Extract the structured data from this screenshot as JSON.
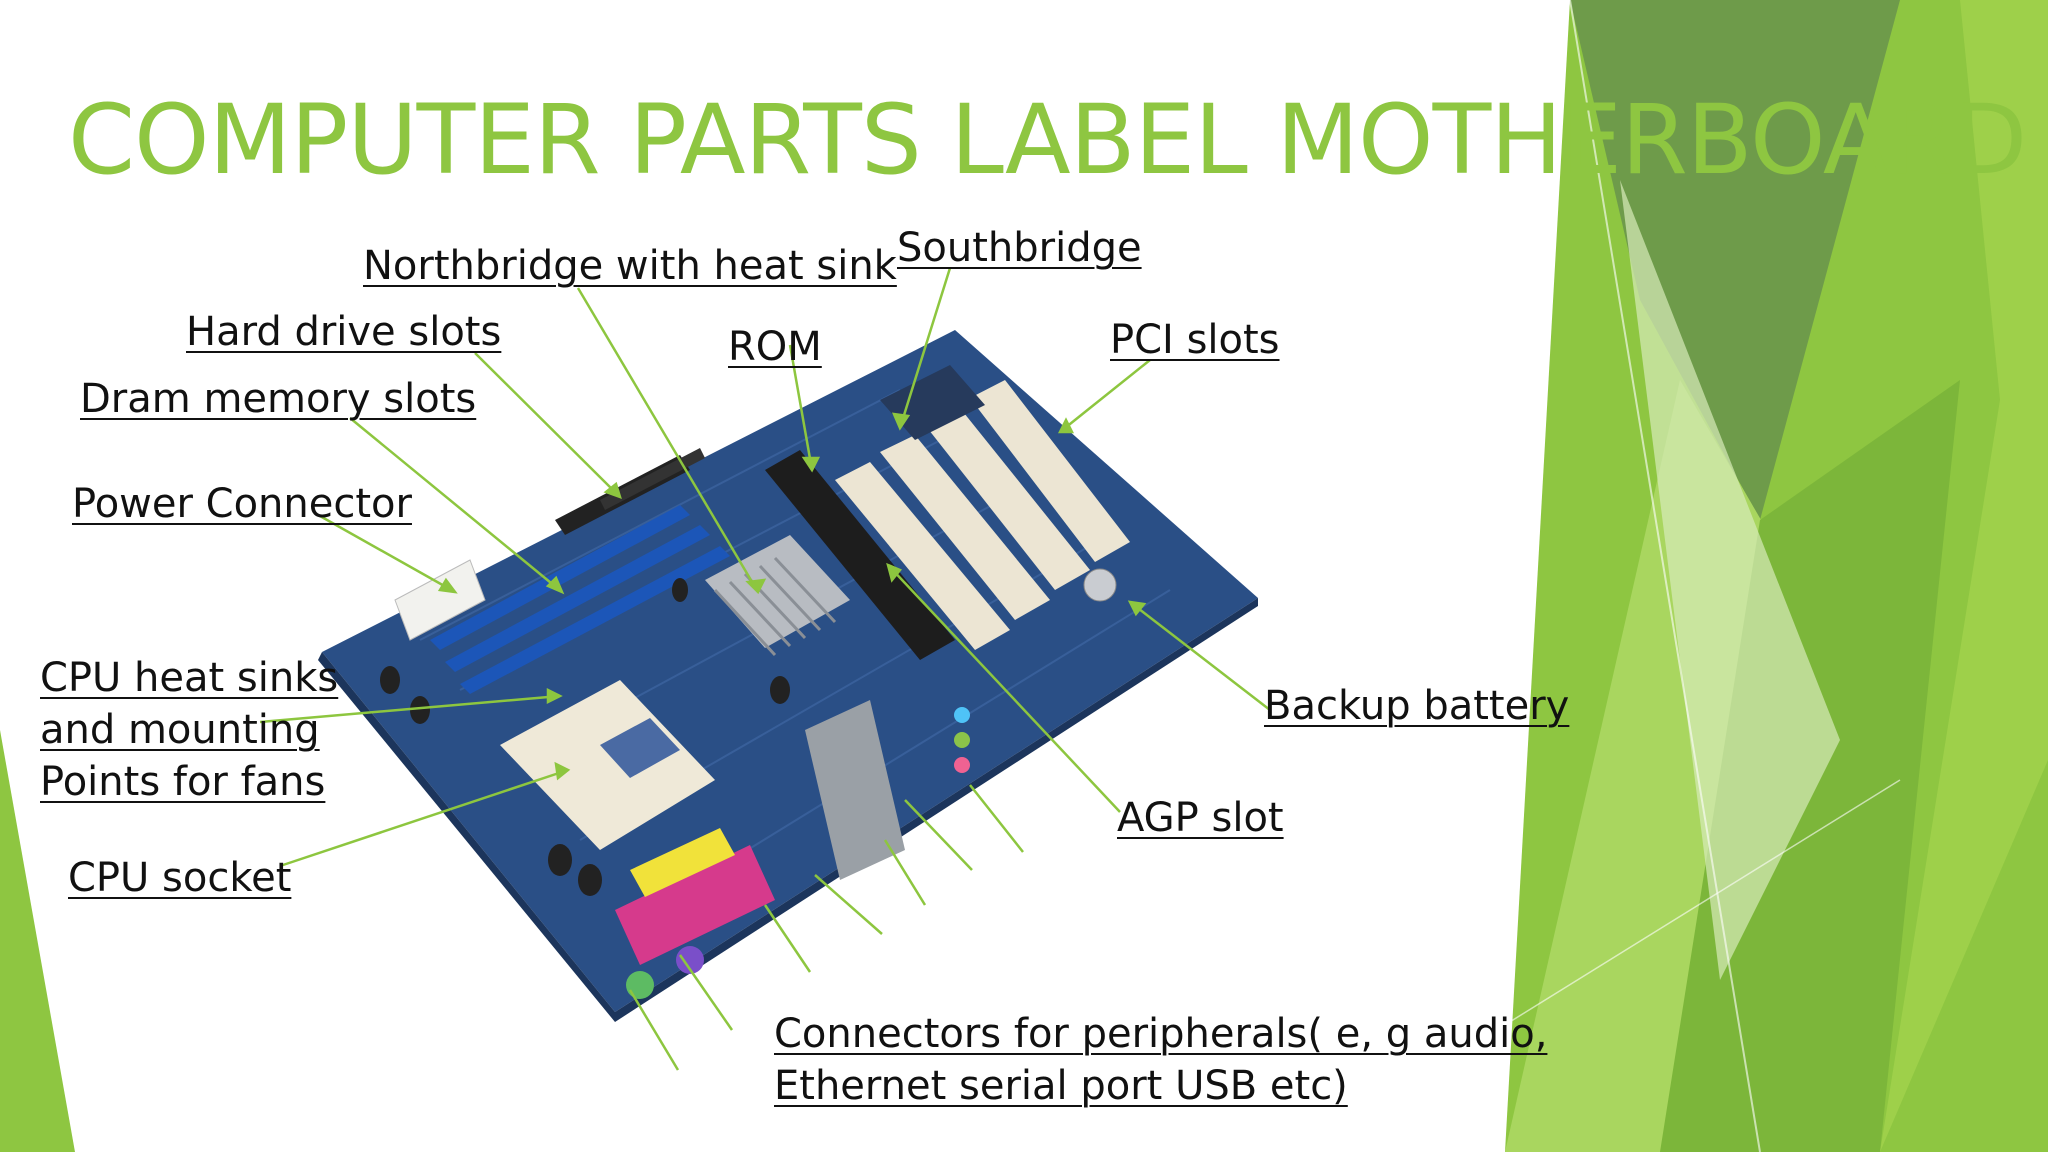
{
  "title": "COMPUTER PARTS LABEL MOTHERBOARD",
  "labels": {
    "northbridge": "Northbridge with heat sink",
    "southbridge": "Southbridge",
    "hard_drive": "Hard drive slots",
    "rom": "ROM",
    "pci": "PCI slots",
    "dram": "Dram memory slots",
    "power": "Power Connector",
    "cpu_heat_sinks": [
      "CPU heat sinks",
      "and mounting",
      "Points for fans"
    ],
    "backup_battery": "Backup battery",
    "agp": "AGP slot",
    "cpu_socket": "CPU socket",
    "connectors": [
      "Connectors for peripherals( e, g audio,",
      "Ethernet serial port USB etc)"
    ]
  },
  "colors": {
    "accent": "#8ec641",
    "leader_line": "#8dc63f",
    "board": "#2a4f86",
    "slot_cream": "#ece5d3"
  }
}
